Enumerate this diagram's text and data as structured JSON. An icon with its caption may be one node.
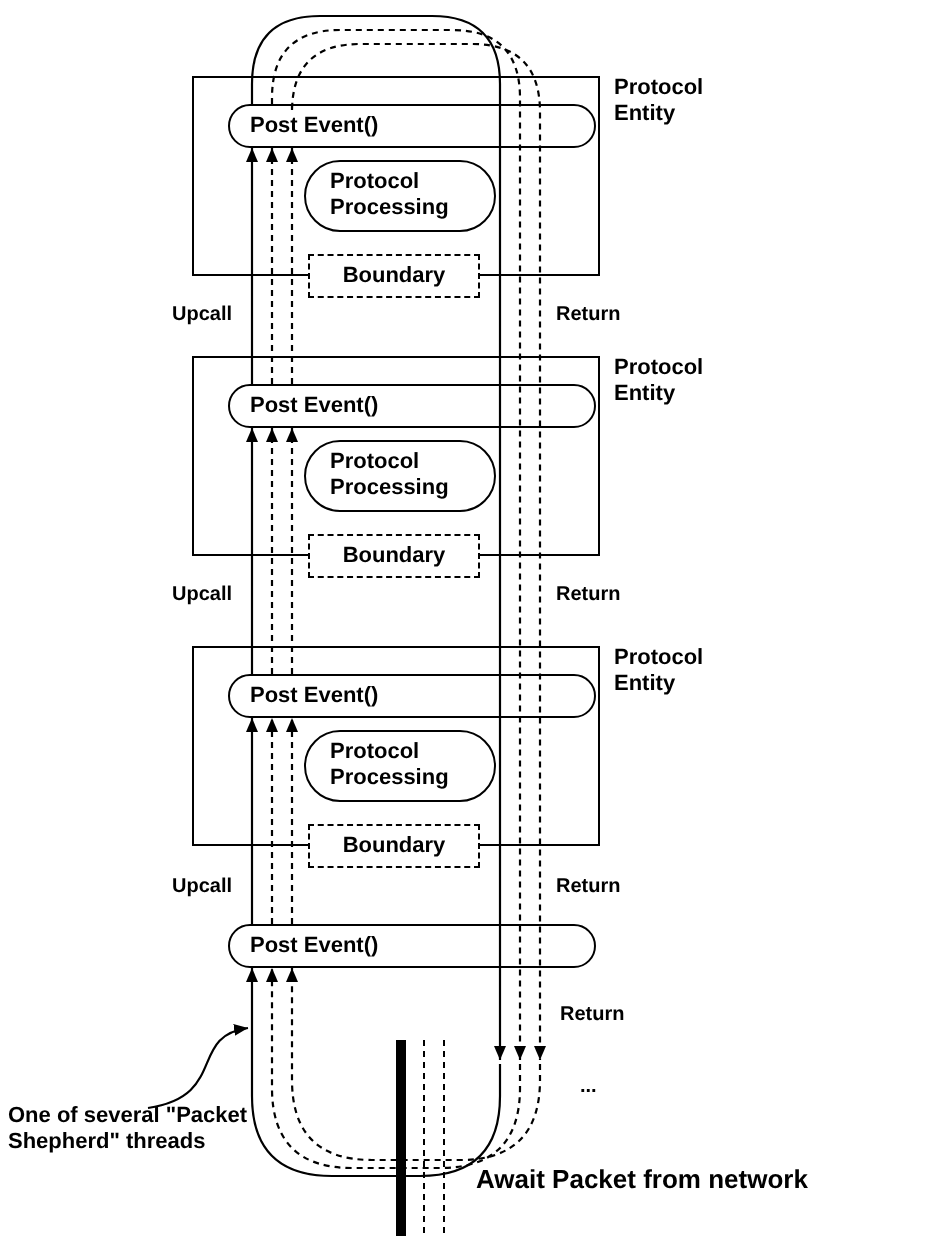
{
  "diagram": {
    "nodes": [
      {
        "text": [
          "Protocol Entity"
        ]
      },
      {
        "text": [
          "Post Event()"
        ],
        "in": 0
      },
      {
        "text": [
          "Protocol Processing"
        ],
        "in": 0
      },
      {
        "text": [
          "Boundary"
        ]
      },
      {
        "text": [
          "Protocol Entity"
        ]
      },
      {
        "text": [
          "Post Event()"
        ],
        "in": 4
      },
      {
        "text": [
          "Protocol Processing"
        ],
        "in": 4
      },
      {
        "text": [
          "Boundary"
        ]
      },
      {
        "text": [
          "Protocol Entity"
        ]
      },
      {
        "text": [
          "Post Event()"
        ],
        "in": 8
      },
      {
        "text": [
          "Protocol Processing"
        ],
        "in": 8
      },
      {
        "text": [
          "Boundary"
        ]
      },
      {
        "text": [
          "Post Event()"
        ]
      },
      {
        "text": [
          "One of several \"Packet Shepherd\" threads"
        ]
      }
    ],
    "edges": [
      {
        "from": null,
        "to": 12,
        "arrow": "to"
      },
      {
        "from": 12,
        "to": 9,
        "arrow": "to"
      },
      {
        "from": 9,
        "to": 5,
        "arrow": "to"
      },
      {
        "from": 5,
        "to": 1,
        "arrow": "to"
      },
      {
        "from": 1,
        "to": null,
        "arrow": "to"
      },
      {
        "from": null,
        "to": 12,
        "arrow": "to",
        "style": "dashed"
      },
      {
        "from": 12,
        "to": 9,
        "arrow": "to",
        "style": "dashed"
      },
      {
        "from": 9,
        "to": 5,
        "arrow": "to",
        "style": "dashed"
      },
      {
        "from": 5,
        "to": 1,
        "arrow": "to",
        "style": "dashed"
      },
      {
        "from": 1,
        "to": null,
        "arrow": "to",
        "style": "dashed"
      },
      {
        "from": null,
        "to": 12,
        "arrow": "to",
        "style": "dashed"
      },
      {
        "from": 12,
        "to": 9,
        "arrow": "to",
        "style": "dashed"
      },
      {
        "from": 9,
        "to": 5,
        "arrow": "to",
        "style": "dashed"
      },
      {
        "from": 5,
        "to": 1,
        "arrow": "to",
        "style": "dashed"
      },
      {
        "from": 1,
        "to": null,
        "arrow": "to",
        "style": "dashed"
      },
      {
        "from": 13,
        "to": null,
        "arrow": "to"
      }
    ],
    "labels": [
      "Upcall",
      "Return",
      "Upcall",
      "Return",
      "Upcall",
      "Return",
      "Return",
      "...",
      "Await Packet from network"
    ]
  }
}
